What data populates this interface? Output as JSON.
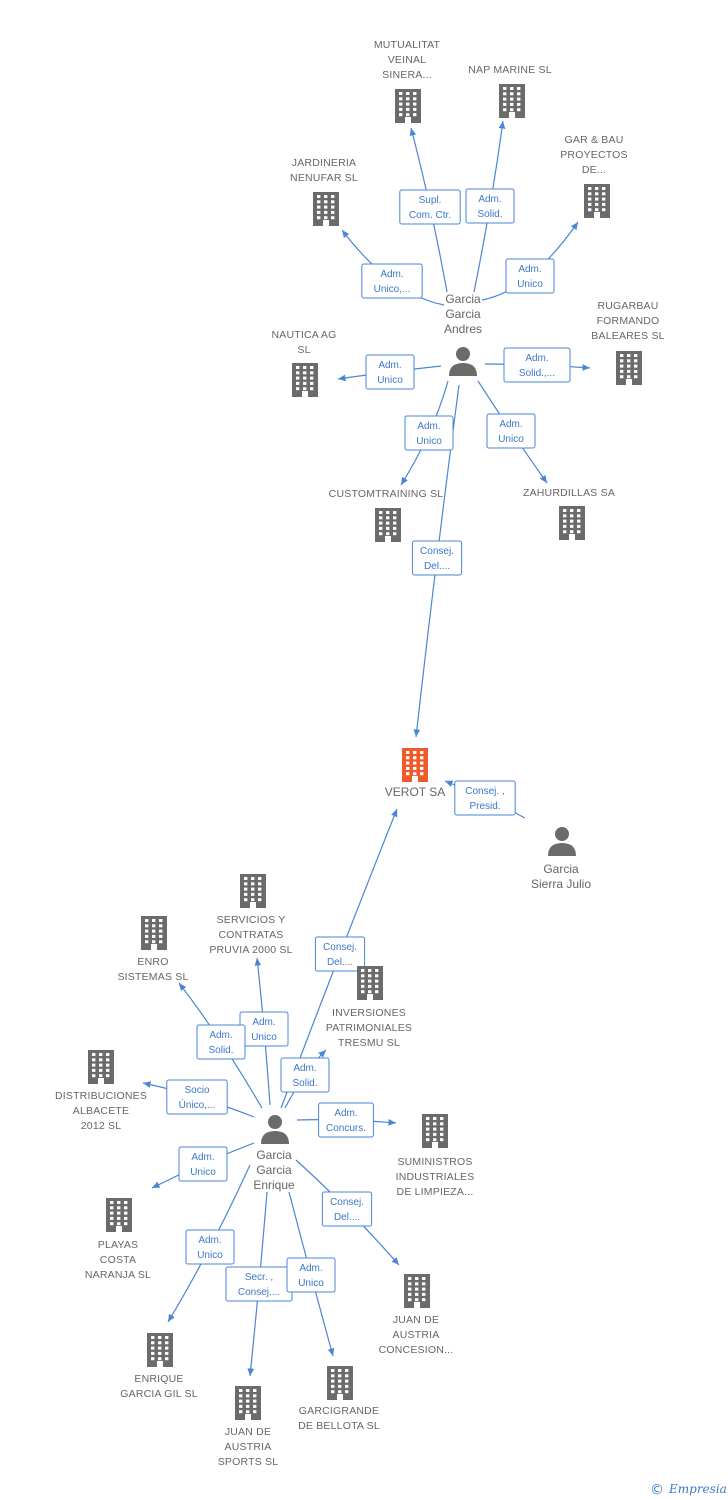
{
  "center_company": {
    "id": "verot",
    "name": "VEROT SA",
    "color": "#ef5a2a"
  },
  "people": [
    {
      "id": "andres",
      "lines": [
        "Garcia",
        "Garcia",
        "Andres"
      ]
    },
    {
      "id": "enrique",
      "lines": [
        "Garcia",
        "Garcia",
        "Enrique"
      ]
    },
    {
      "id": "julio",
      "lines": [
        "Garcia",
        "Sierra Julio"
      ]
    }
  ],
  "companies": [
    {
      "id": "mutualitat",
      "lines": [
        "MUTUALITAT",
        "VEINAL",
        "SINERA..."
      ]
    },
    {
      "id": "napmarine",
      "lines": [
        "NAP MARINE  SL"
      ]
    },
    {
      "id": "garbau",
      "lines": [
        "GAR & BAU",
        "PROYECTOS",
        "DE..."
      ]
    },
    {
      "id": "jardineria",
      "lines": [
        "JARDINERIA",
        "NENUFAR SL"
      ]
    },
    {
      "id": "rugarbau",
      "lines": [
        "RUGARBAU",
        "FORMANDO",
        "BALEARES SL"
      ]
    },
    {
      "id": "nautica",
      "lines": [
        "NAUTICA AG",
        "SL"
      ]
    },
    {
      "id": "customtraining",
      "lines": [
        "CUSTOMTRAINING SL"
      ]
    },
    {
      "id": "zahurdillas",
      "lines": [
        "ZAHURDILLAS SA"
      ]
    },
    {
      "id": "servicios",
      "lines": [
        "SERVICIOS Y",
        "CONTRATAS",
        "PRUVIA 2000 SL"
      ]
    },
    {
      "id": "enro",
      "lines": [
        "ENRO",
        "SISTEMAS SL"
      ]
    },
    {
      "id": "inversiones",
      "lines": [
        "INVERSIONES",
        "PATRIMONIALES",
        "TRESMU SL"
      ]
    },
    {
      "id": "distribuciones",
      "lines": [
        "DISTRIBUCIONES",
        "ALBACETE",
        "2012 SL"
      ]
    },
    {
      "id": "suministros",
      "lines": [
        "SUMINISTROS",
        "INDUSTRIALES",
        "DE LIMPIEZA..."
      ]
    },
    {
      "id": "playas",
      "lines": [
        "PLAYAS",
        "COSTA",
        "NARANJA SL"
      ]
    },
    {
      "id": "juanconcesion",
      "lines": [
        "JUAN DE",
        "AUSTRIA",
        "CONCESION..."
      ]
    },
    {
      "id": "enriquegil",
      "lines": [
        "ENRIQUE",
        "GARCIA GIL SL"
      ]
    },
    {
      "id": "garcigrande",
      "lines": [
        "GARCIGRANDE",
        "DE BELLOTA SL"
      ]
    },
    {
      "id": "juansports",
      "lines": [
        "JUAN DE",
        "AUSTRIA",
        "SPORTS SL"
      ]
    }
  ],
  "relations": [
    {
      "from": "andres",
      "to": "mutualitat",
      "lines": [
        "Supl.",
        "Com. Ctr."
      ]
    },
    {
      "from": "andres",
      "to": "napmarine",
      "lines": [
        "Adm.",
        "Solid."
      ]
    },
    {
      "from": "andres",
      "to": "garbau",
      "lines": [
        "Adm.",
        "Unico"
      ]
    },
    {
      "from": "andres",
      "to": "jardineria",
      "lines": [
        "Adm.",
        "Unico,..."
      ]
    },
    {
      "from": "andres",
      "to": "rugarbau",
      "lines": [
        "Adm.",
        "Solid.,..."
      ]
    },
    {
      "from": "andres",
      "to": "nautica",
      "lines": [
        "Adm.",
        "Unico"
      ]
    },
    {
      "from": "andres",
      "to": "customtraining",
      "lines": [
        "Adm.",
        "Unico"
      ]
    },
    {
      "from": "andres",
      "to": "zahurdillas",
      "lines": [
        "Adm.",
        "Unico"
      ]
    },
    {
      "from": "andres",
      "to": "verot",
      "lines": [
        "Consej.",
        "Del...."
      ]
    },
    {
      "from": "julio",
      "to": "verot",
      "lines": [
        "Consej. ,",
        "Presid."
      ]
    },
    {
      "from": "enrique",
      "to": "verot",
      "lines": [
        "Consej.",
        "Del...."
      ]
    },
    {
      "from": "enrique",
      "to": "servicios",
      "lines": [
        "Adm.",
        "Unico"
      ]
    },
    {
      "from": "enrique",
      "to": "enro",
      "lines": [
        "Adm.",
        "Solid."
      ]
    },
    {
      "from": "enrique",
      "to": "inversiones",
      "lines": [
        "Adm.",
        "Solid."
      ]
    },
    {
      "from": "enrique",
      "to": "distribuciones",
      "lines": [
        "Socio",
        "Único,..."
      ]
    },
    {
      "from": "enrique",
      "to": "suministros",
      "lines": [
        "Adm.",
        "Concurs."
      ]
    },
    {
      "from": "enrique",
      "to": "playas",
      "lines": [
        "Adm.",
        "Unico"
      ]
    },
    {
      "from": "enrique",
      "to": "juanconcesion",
      "lines": [
        "Consej.",
        "Del...."
      ]
    },
    {
      "from": "enrique",
      "to": "enriquegil",
      "lines": [
        "Adm.",
        "Unico"
      ]
    },
    {
      "from": "enrique",
      "to": "juansports",
      "lines": [
        "Secr. ,",
        "Consej...."
      ]
    },
    {
      "from": "enrique",
      "to": "garcigrande",
      "lines": [
        "Adm.",
        "Unico"
      ]
    }
  ],
  "footer": {
    "copyright": "©",
    "brand": "Empresia"
  },
  "colors": {
    "edge": "#4a86d4",
    "building": "#6b6b6b",
    "center": "#ef5a2a",
    "text": "#666666"
  }
}
